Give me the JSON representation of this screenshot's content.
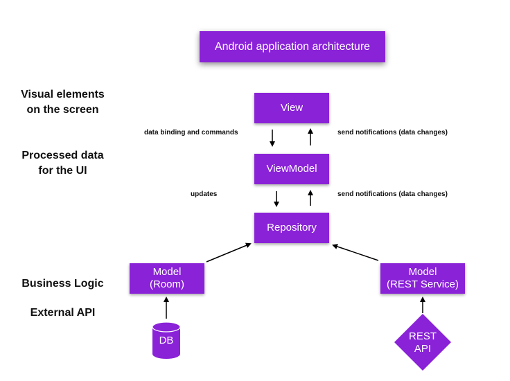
{
  "title": "Android application architecture",
  "layers": {
    "visual": "Visual elements\non the screen",
    "processed": "Processed data\nfor the UI",
    "business": "Business Logic",
    "external": "External API"
  },
  "nodes": {
    "view": "View",
    "viewmodel": "ViewModel",
    "repository": "Repository",
    "model_room_line1": "Model",
    "model_room_line2": "(Room)",
    "model_rest_line1": "Model",
    "model_rest_line2": "(REST Service)",
    "db": "DB",
    "rest_api_line1": "REST",
    "rest_api_line2": "API"
  },
  "edges": {
    "binding": "data binding and commands",
    "notify_view": "send notifications (data changes)",
    "updates": "updates",
    "notify_viewmodel": "send notifications (data changes)"
  },
  "colors": {
    "node_fill": "#8a22d8",
    "text_on_node": "#ffffff",
    "arrow": "#000000"
  }
}
